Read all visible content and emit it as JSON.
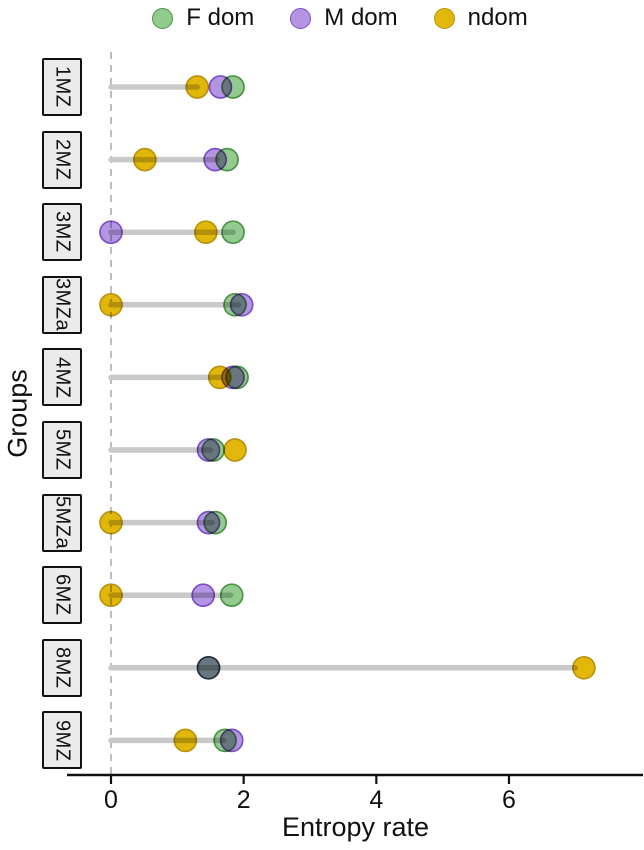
{
  "chart_data": {
    "type": "lollipop",
    "xlabel": "Entropy rate",
    "ylabel": "Groups",
    "x_ticks": [
      0,
      2,
      4,
      6
    ],
    "xlim": [
      -0.65,
      8.0
    ],
    "grid": false,
    "legend_position": "top",
    "zero_line": {
      "x": 0,
      "style": "dashed",
      "color": "#adadad"
    },
    "segment_color": "#c9c9c9",
    "series": [
      {
        "name": "F dom",
        "fill": "#93ca8e",
        "stroke": "#4c9347"
      },
      {
        "name": "M dom",
        "fill": "#b495e4",
        "stroke": "#7b4fc7"
      },
      {
        "name": "ndom",
        "fill": "#e2b70b",
        "stroke": "#b9940e"
      }
    ],
    "groups": [
      {
        "label": "1MZ",
        "line_end": 1.3,
        "points": [
          {
            "series": "ndom",
            "value": 1.3
          },
          {
            "series": "M dom",
            "value": 1.65
          },
          {
            "series": "F dom",
            "value": 1.84
          }
        ]
      },
      {
        "label": "2MZ",
        "line_end": 1.6,
        "points": [
          {
            "series": "ndom",
            "value": 0.51
          },
          {
            "series": "M dom",
            "value": 1.57
          },
          {
            "series": "F dom",
            "value": 1.75
          }
        ]
      },
      {
        "label": "3MZ",
        "line_end": 1.84,
        "points": [
          {
            "series": "M dom",
            "value": 0.0
          },
          {
            "series": "ndom",
            "value": 1.43
          },
          {
            "series": "F dom",
            "value": 1.84
          }
        ]
      },
      {
        "label": "3MZa",
        "line_end": 1.92,
        "points": [
          {
            "series": "ndom",
            "value": 0.0
          },
          {
            "series": "F dom",
            "value": 1.87
          },
          {
            "series": "M dom",
            "value": 1.97
          }
        ]
      },
      {
        "label": "4MZ",
        "line_end": 1.64,
        "points": [
          {
            "series": "ndom",
            "value": 1.64
          },
          {
            "series": "F dom",
            "value": 1.9
          },
          {
            "series": "M dom",
            "value": 1.84
          }
        ]
      },
      {
        "label": "5MZ",
        "line_end": 1.5,
        "points": [
          {
            "series": "F dom",
            "value": 1.54
          },
          {
            "series": "M dom",
            "value": 1.47
          },
          {
            "series": "ndom",
            "value": 1.87
          }
        ]
      },
      {
        "label": "5MZa",
        "line_end": 1.52,
        "points": [
          {
            "series": "ndom",
            "value": 0.0
          },
          {
            "series": "F dom",
            "value": 1.57
          },
          {
            "series": "M dom",
            "value": 1.47
          }
        ]
      },
      {
        "label": "6MZ",
        "line_end": 1.8,
        "points": [
          {
            "series": "ndom",
            "value": 0.0
          },
          {
            "series": "M dom",
            "value": 1.39
          },
          {
            "series": "F dom",
            "value": 1.82
          }
        ]
      },
      {
        "label": "8MZ",
        "line_end": 7.0,
        "points": [
          {
            "series": "F dom",
            "value": 1.47
          },
          {
            "series": "M dom",
            "value": 1.47
          },
          {
            "series": "ndom",
            "value": 7.13
          }
        ]
      },
      {
        "label": "9MZ",
        "line_end": 1.7,
        "points": [
          {
            "series": "ndom",
            "value": 1.12
          },
          {
            "series": "F dom",
            "value": 1.72
          },
          {
            "series": "M dom",
            "value": 1.82
          }
        ]
      }
    ]
  }
}
